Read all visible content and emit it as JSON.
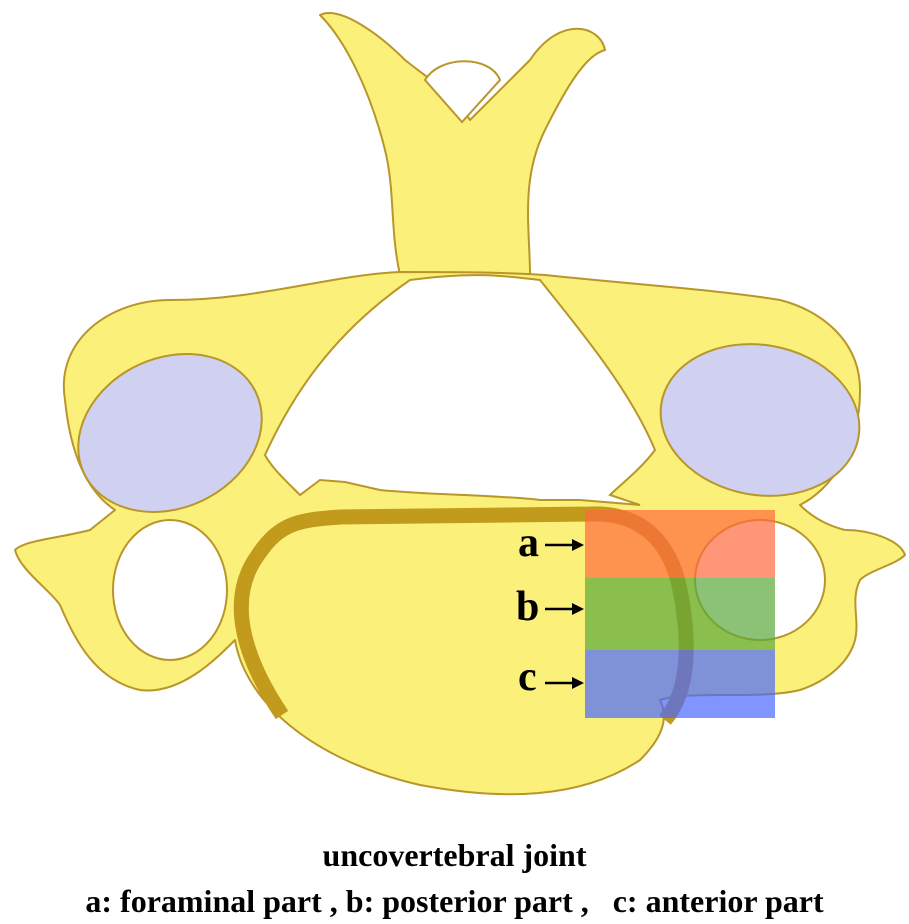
{
  "figure": {
    "title": "uncovertebral joint",
    "legend": "a: foraminal part , b: posterior part ,   c: anterior part"
  },
  "regions": [
    {
      "id": "a",
      "letter": "a",
      "name": "foraminal part",
      "color": "#ff6a3d"
    },
    {
      "id": "b",
      "letter": "b",
      "name": "posterior part",
      "color": "#5aa83a"
    },
    {
      "id": "c",
      "letter": "c",
      "name": "anterior part",
      "color": "#4a68ff"
    }
  ],
  "colors": {
    "bone_fill": "#fbf07a",
    "bone_outline": "#b8962a",
    "uncinate_process": "#c29a1c",
    "articular_facet": "#d0d0f0"
  }
}
